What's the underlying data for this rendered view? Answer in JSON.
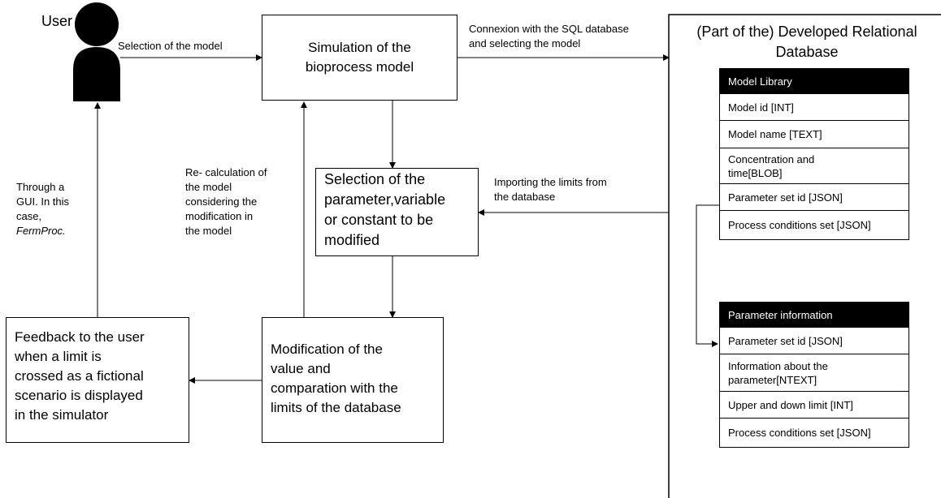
{
  "user": {
    "label": "User"
  },
  "arrows": {
    "selection_of_model": "Selection of the model",
    "connexion": "Connexion with the SQL database\nand selecting the model",
    "importing_limits": "Importing the limits from\nthe database",
    "recalculation": "Re- calculation of\nthe model\nconsidering the\nmodification in\nthe model",
    "through_gui": "Through a\nGUI. In this\ncase,",
    "through_gui_app": "FermProc."
  },
  "boxes": {
    "simulation": "Simulation of the\nbioprocess model",
    "selection_parameter": "Selection of the\nparameter,variable\nor constant to be\nmodified",
    "modification": "Modification of the\nvalue and\ncomparation with the\nlimits of the database",
    "feedback": "Feedback to the user\nwhen a limit is\ncrossed as a fictional\nscenario is displayed\nin the simulator"
  },
  "database": {
    "title": "(Part of the) Developed Relational\nDatabase",
    "model_library": {
      "header": "Model Library",
      "rows": [
        "Model id [INT]",
        "Model name [TEXT]",
        "Concentration and\ntime[BLOB]",
        "Parameter set id [JSON]",
        "Process conditions set [JSON]"
      ]
    },
    "parameter_information": {
      "header": "Parameter information",
      "rows": [
        "Parameter set id [JSON]",
        "Information about the\nparameter[NTEXT]",
        "Upper and down limit [INT]",
        "Process conditions set [JSON]"
      ]
    }
  }
}
